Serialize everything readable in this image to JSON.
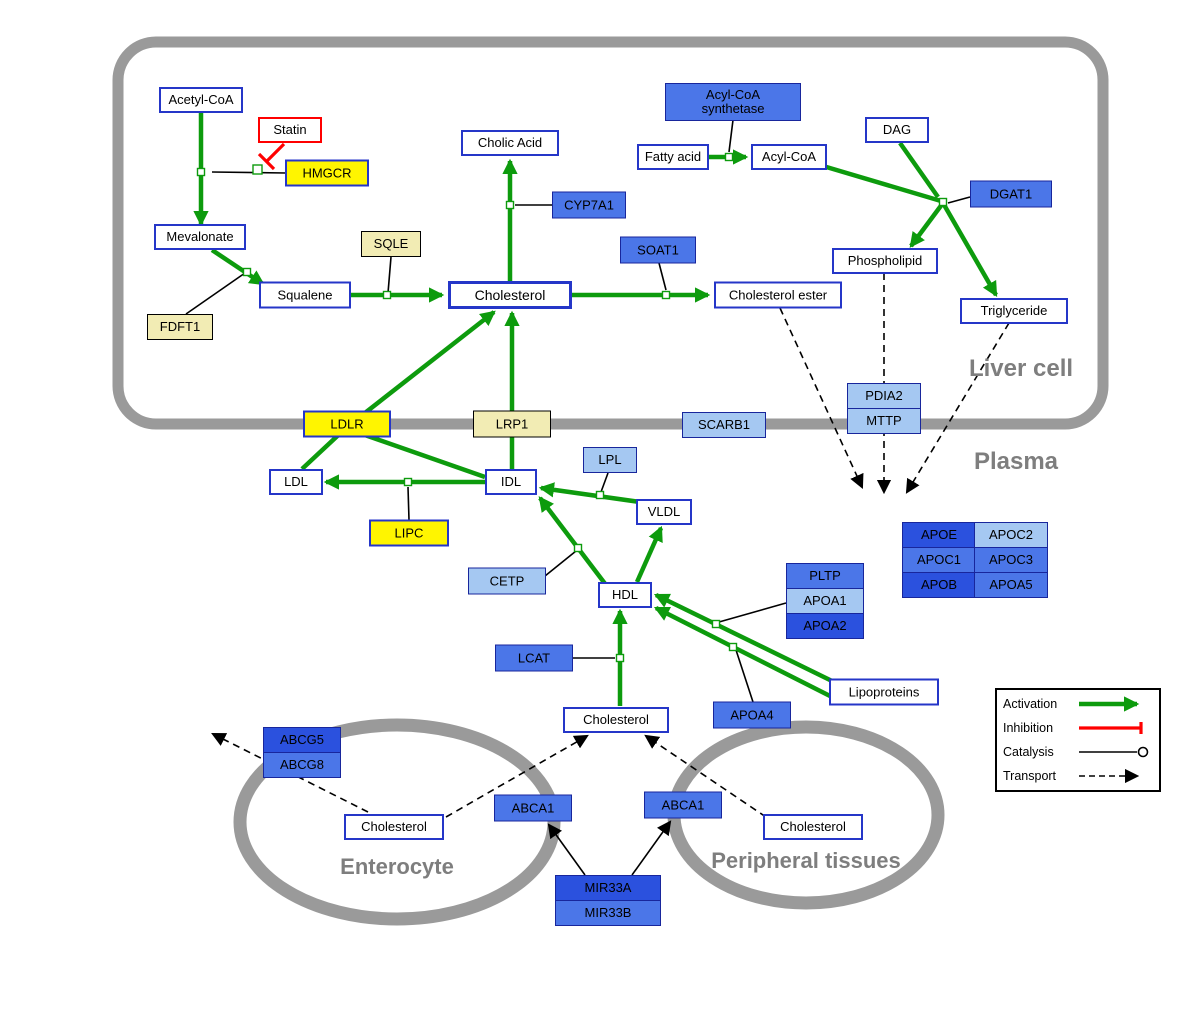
{
  "regions": {
    "liver": {
      "label": "Liver cell"
    },
    "plasma": {
      "label": "Plasma"
    },
    "enterocyte": {
      "label": "Enterocyte"
    },
    "peripheral": {
      "label": "Peripheral tissues"
    }
  },
  "legend": {
    "activation": "Activation",
    "inhibition": "Inhibition",
    "catalysis": "Catalysis",
    "transport": "Transport"
  },
  "colors": {
    "activation": "#0d9b0d",
    "inhibition": "#ff0000",
    "membrane_gray": "#9a9a9a",
    "node_border_blue": "#2536c8",
    "yellow": "#fff500",
    "pale_yellow": "#f2ecb4",
    "blue_light": "#a5c8f2",
    "blue_medium": "#4b76e8",
    "blue_dark": "#2b51de"
  },
  "nodes": {
    "acetyl_coa": {
      "label": "Acetyl-CoA"
    },
    "statin": {
      "label": "Statin"
    },
    "hmgcr": {
      "label": "HMGCR"
    },
    "mevalonate": {
      "label": "Mevalonate"
    },
    "sqle": {
      "label": "SQLE"
    },
    "fdft1": {
      "label": "FDFT1"
    },
    "squalene": {
      "label": "Squalene"
    },
    "cholesterol_liver": {
      "label": "Cholesterol"
    },
    "cholic_acid": {
      "label": "Cholic Acid"
    },
    "cyp7a1": {
      "label": "CYP7A1"
    },
    "soat1": {
      "label": "SOAT1"
    },
    "cholesterol_ester": {
      "label": "Cholesterol ester"
    },
    "acyl_coa_synthetase": {
      "label": "Acyl-CoA synthetase"
    },
    "fatty_acid": {
      "label": "Fatty acid"
    },
    "acyl_coa": {
      "label": "Acyl-CoA"
    },
    "dag": {
      "label": "DAG"
    },
    "dgat1": {
      "label": "DGAT1"
    },
    "phospholipid": {
      "label": "Phospholipid"
    },
    "triglyceride": {
      "label": "Triglyceride"
    },
    "ldlr": {
      "label": "LDLR"
    },
    "lrp1": {
      "label": "LRP1"
    },
    "scarb1": {
      "label": "SCARB1"
    },
    "pdia2": {
      "label": "PDIA2"
    },
    "mttp": {
      "label": "MTTP"
    },
    "ldl": {
      "label": "LDL"
    },
    "idl": {
      "label": "IDL"
    },
    "lpl": {
      "label": "LPL"
    },
    "vldl": {
      "label": "VLDL"
    },
    "lipc": {
      "label": "LIPC"
    },
    "cetp": {
      "label": "CETP"
    },
    "hdl": {
      "label": "HDL"
    },
    "lcat": {
      "label": "LCAT"
    },
    "pltp": {
      "label": "PLTP"
    },
    "apoa1": {
      "label": "APOA1"
    },
    "apoa2": {
      "label": "APOA2"
    },
    "apoa4": {
      "label": "APOA4"
    },
    "lipoproteins": {
      "label": "Lipoproteins"
    },
    "apoe": {
      "label": "APOE"
    },
    "apoc2": {
      "label": "APOC2"
    },
    "apoc1": {
      "label": "APOC1"
    },
    "apoc3": {
      "label": "APOC3"
    },
    "apob": {
      "label": "APOB"
    },
    "apoa5": {
      "label": "APOA5"
    },
    "cholesterol_plasma": {
      "label": "Cholesterol"
    },
    "abcg5": {
      "label": "ABCG5"
    },
    "abcg8": {
      "label": "ABCG8"
    },
    "cholesterol_enterocyte": {
      "label": "Cholesterol"
    },
    "abca1_enterocyte": {
      "label": "ABCA1"
    },
    "abca1_peripheral": {
      "label": "ABCA1"
    },
    "cholesterol_peripheral": {
      "label": "Cholesterol"
    },
    "mir33a": {
      "label": "MIR33A"
    },
    "mir33b": {
      "label": "MIR33B"
    }
  }
}
